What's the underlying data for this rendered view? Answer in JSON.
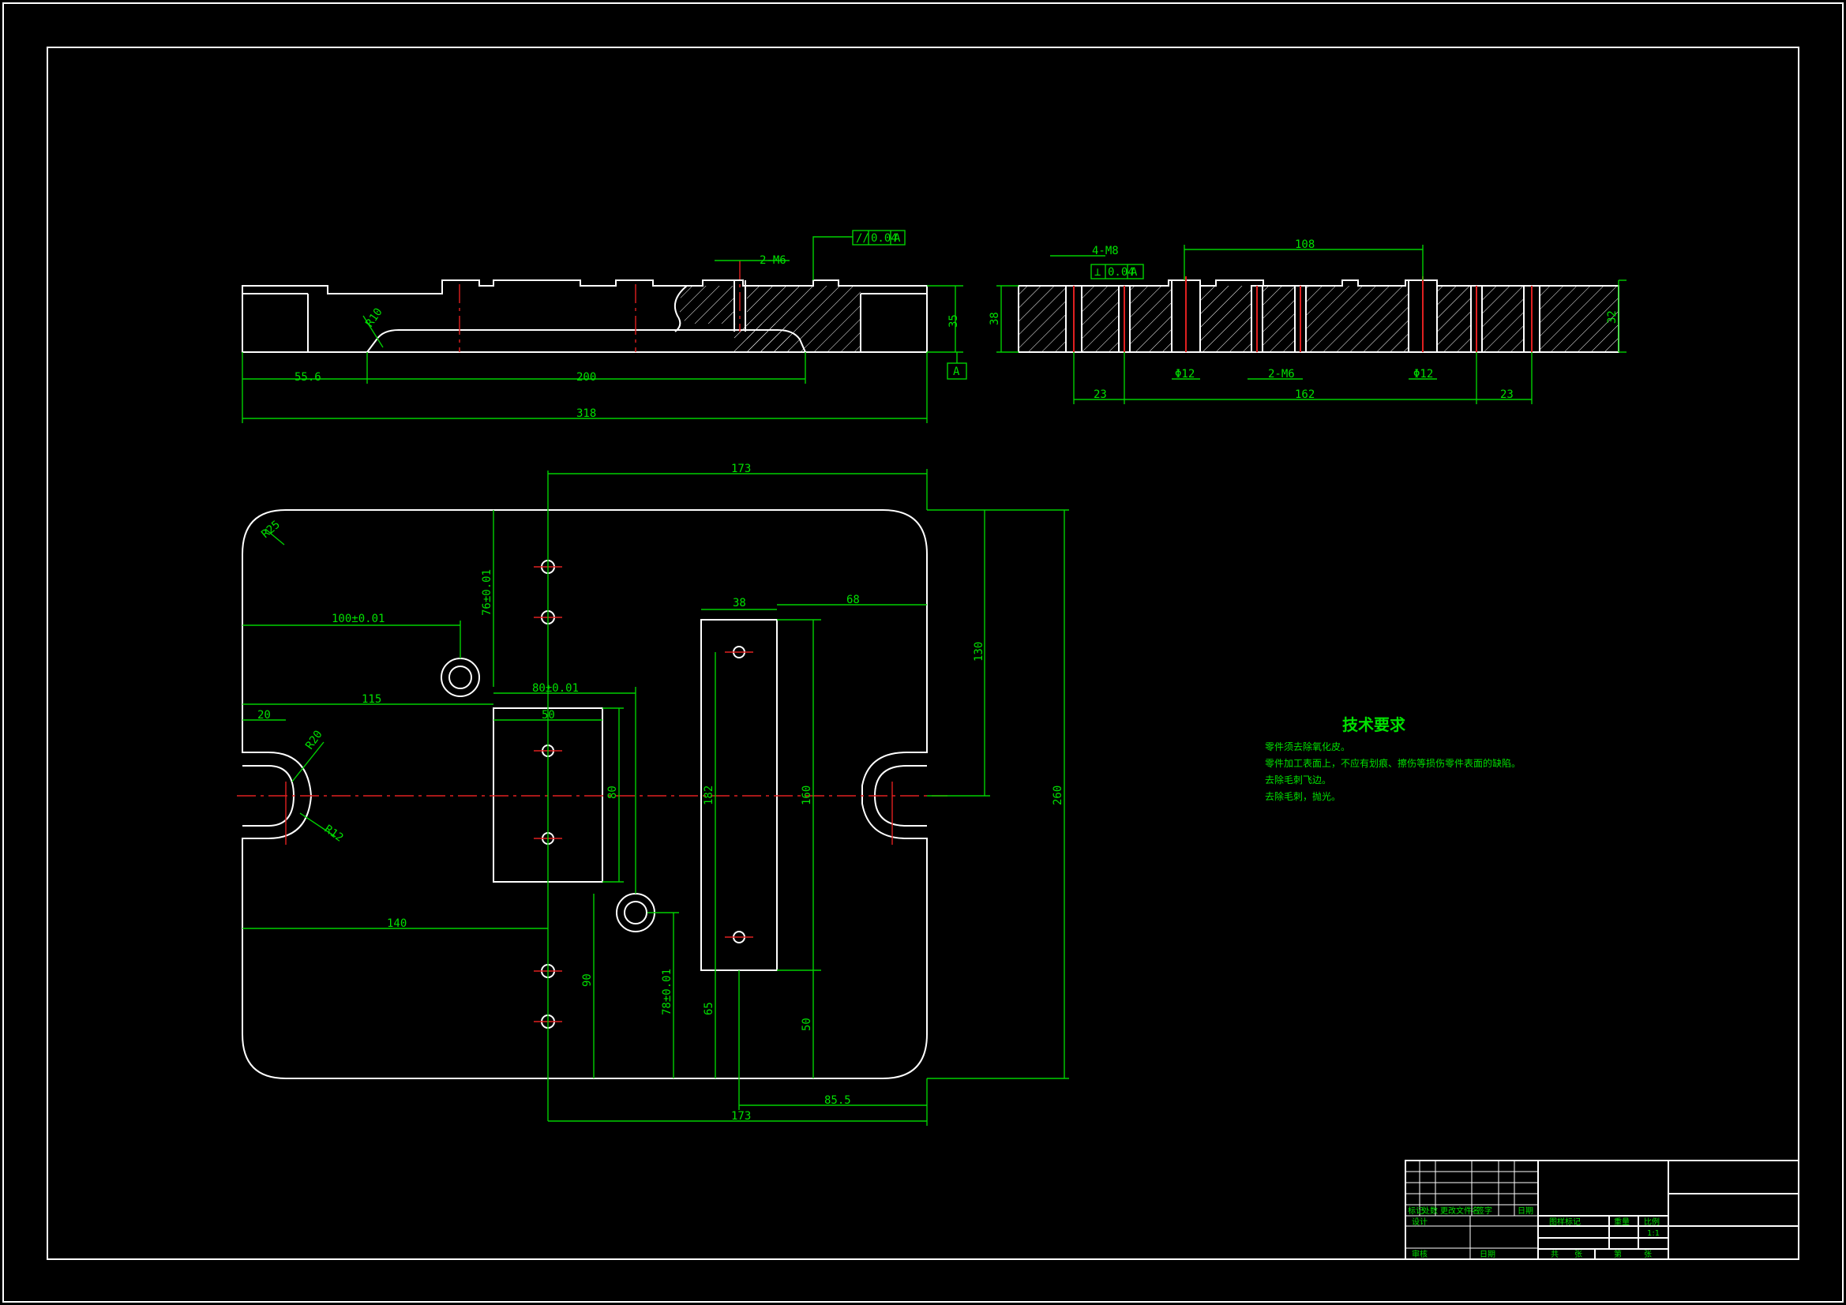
{
  "tech_requirements": {
    "title": "技术要求",
    "notes": [
      "零件须去除氧化皮。",
      "零件加工表面上，不应有划痕、擦伤等损伤零件表面的缺陷。",
      "去除毛刺飞边。",
      "去除毛刺，抛光。"
    ]
  },
  "front_view": {
    "dims": [
      "55.6",
      "200",
      "318",
      "R10",
      "35",
      "2-M6"
    ],
    "tolerance": {
      "symbol": "//",
      "value": "0.04",
      "datum": "A"
    },
    "datum_label": "A"
  },
  "side_view": {
    "dims": [
      "108",
      "4-M8",
      "38",
      "32",
      "Φ12",
      "2-M6",
      "Φ12",
      "23",
      "162",
      "23"
    ],
    "tolerance": {
      "symbol": "⊥",
      "value": "0.04",
      "datum": "A"
    }
  },
  "plan_view": {
    "dims": {
      "top_173": "173",
      "bottom_173": "173",
      "d_100": "100±0.01",
      "d_76": "76±0.01",
      "d_80": "80±0.01",
      "d_115": "115",
      "d_20": "20",
      "d_50": "50",
      "d_38": "38",
      "d_68": "68",
      "d_130": "130",
      "d_260": "260",
      "d_160": "160",
      "d_182": "182",
      "d_80v": "80",
      "d_140": "140",
      "d_90": "90",
      "d_78": "78±0.01",
      "d_65": "65",
      "d_50v": "50",
      "d_85": "85.5",
      "r25": "R25",
      "r20": "R20",
      "r12": "R12"
    }
  },
  "title_block": {
    "row_labels": [
      "标记",
      "处数",
      "更改文件名",
      "签字",
      "日期"
    ],
    "design": "设计",
    "audit": "审核",
    "date": "日期",
    "stage": "图样标记",
    "weight": "重量",
    "scale": "比例",
    "scale_value": "1:1",
    "sheets": "共",
    "sheet": "张",
    "of": "第",
    "sheet2": "张"
  }
}
